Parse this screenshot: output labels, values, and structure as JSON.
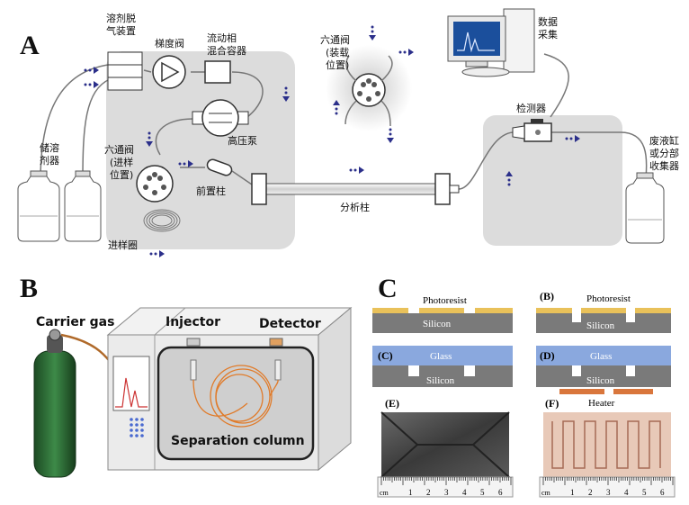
{
  "panels": {
    "a": "A",
    "b": "B",
    "c": "C"
  },
  "hplc": {
    "degasser": [
      "溶剂脱",
      "气装置"
    ],
    "gradient_valve": "梯度阀",
    "mixer": [
      "流动相",
      "混合容器"
    ],
    "reservoir": [
      "储溶",
      "剂器"
    ],
    "six_port_inject": [
      "六通阀",
      "(进样",
      "位置)"
    ],
    "six_port_load": [
      "六通阀",
      "(装载",
      "位置)"
    ],
    "pump": "高压泵",
    "precolumn": "前置柱",
    "loop": "进样圈",
    "column": "分析柱",
    "detector": "检测器",
    "data": [
      "数据",
      "采集"
    ],
    "waste": [
      "废液缸",
      "或分部",
      "收集器"
    ]
  },
  "gc": {
    "carrier_gas": "Carrier gas",
    "injector": "Injector",
    "detector": "Detector",
    "column": "Separation column"
  },
  "micro": {
    "photoresist_1": "Photoresist",
    "photoresist_2": "Photoresist",
    "silicon": "Silicon",
    "glass": "Glass",
    "heater": "Heater",
    "b": "(B)",
    "c": "(C)",
    "d": "(D)",
    "e": "(E)",
    "f": "(F)",
    "ruler_unit": "cm",
    "ruler_ticks": [
      "1",
      "2",
      "3",
      "4",
      "5",
      "6"
    ]
  }
}
